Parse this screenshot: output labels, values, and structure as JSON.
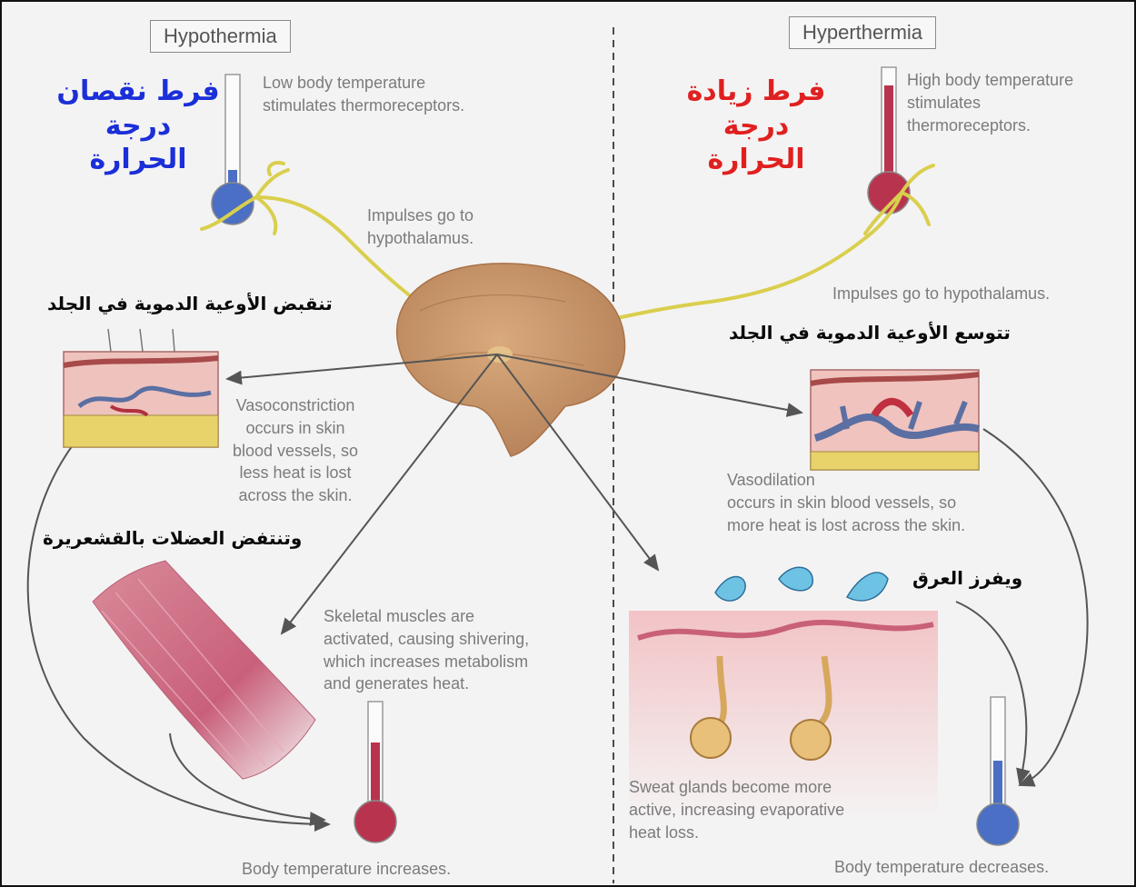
{
  "left_panel": {
    "title": "Hypothermia",
    "arabic_title": [
      "فرط نقصان",
      "درجة",
      "الحرارة"
    ],
    "stimulus": [
      "Low body temperature",
      "stimulates thermoreceptors."
    ],
    "impulse": [
      "Impulses go to",
      "hypothalamus."
    ],
    "vessels_arabic": "تنقبض الأوعية الدموية في الجلد",
    "vasoconstriction": [
      "Vasoconstriction",
      "occurs in skin",
      "blood vessels, so",
      "less heat is lost",
      "across the skin."
    ],
    "shiver_arabic": "وتنتفض العضلات بالقشعريرة",
    "muscles": [
      "Skeletal muscles are",
      "activated, causing shivering,",
      "which increases metabolism",
      "and generates heat."
    ],
    "result": "Body temperature increases."
  },
  "right_panel": {
    "title": "Hyperthermia",
    "arabic_title": [
      "فرط زيادة",
      "درجة",
      "الحرارة"
    ],
    "stimulus": [
      "High body temperature",
      "stimulates",
      "thermoreceptors."
    ],
    "impulse": "Impulses go to hypothalamus.",
    "vessels_arabic": "تتوسع الأوعية الدموية في الجلد",
    "vasodilation": [
      "Vasodilation",
      "occurs in skin blood vessels, so",
      "more heat is lost across the skin."
    ],
    "sweat_arabic": "ويفرز العرق",
    "sweat": [
      "Sweat glands become more",
      "active, increasing evaporative",
      "heat loss."
    ],
    "result": "Body temperature decreases."
  },
  "colors": {
    "blue_text": "#1b2fd8",
    "red_text": "#e02020",
    "nerve": "#d9cf4e",
    "cold": "#4a6fc4",
    "hot": "#b8344e"
  }
}
